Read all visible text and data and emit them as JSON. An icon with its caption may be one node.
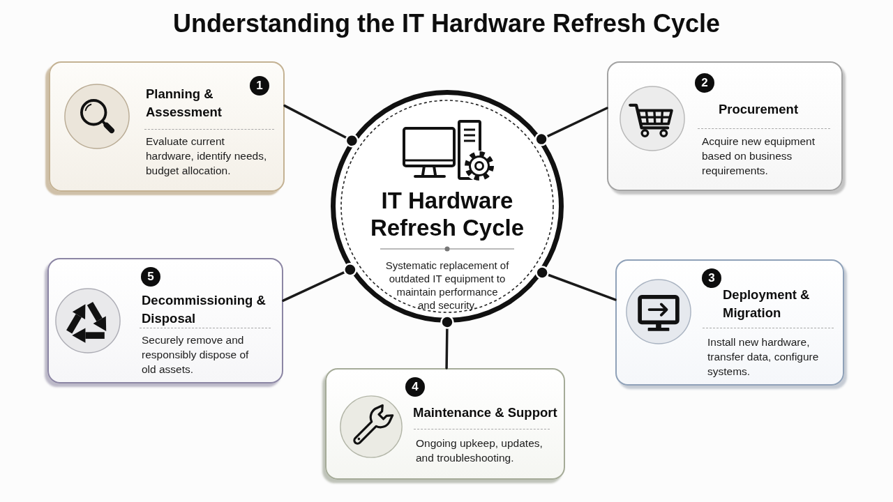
{
  "diagram": {
    "title": "Understanding the IT Hardware Refresh Cycle",
    "nodes": [
      {
        "text": [
          "IT Hardware Refresh Cycle",
          "Systematic replacement of outdated IT equipment to maintain performance and security."
        ]
      },
      {
        "text": [
          "1",
          "Planning & Assessment",
          "Evaluate current hardware, identify needs, budget allocation."
        ]
      },
      {
        "text": [
          "2",
          "Procurement",
          "Acquire new equipment based on business requirements."
        ]
      },
      {
        "text": [
          "3",
          "Deployment & Migration",
          "Install new hardware, transfer data, configure systems."
        ]
      },
      {
        "text": [
          "4",
          "Maintenance & Support",
          "Ongoing upkeep, updates, and troubleshooting."
        ]
      },
      {
        "text": [
          "5",
          "Decommissioning & Disposal",
          "Securely remove and responsibly dispose of old assets."
        ]
      }
    ],
    "edges": [
      {
        "from": 0,
        "to": 1,
        "arrow": "other"
      },
      {
        "from": 0,
        "to": 2,
        "arrow": "other"
      },
      {
        "from": 0,
        "to": 3,
        "arrow": "other"
      },
      {
        "from": 0,
        "to": 4,
        "arrow": "other"
      },
      {
        "from": 0,
        "to": 5,
        "arrow": "other"
      }
    ]
  }
}
